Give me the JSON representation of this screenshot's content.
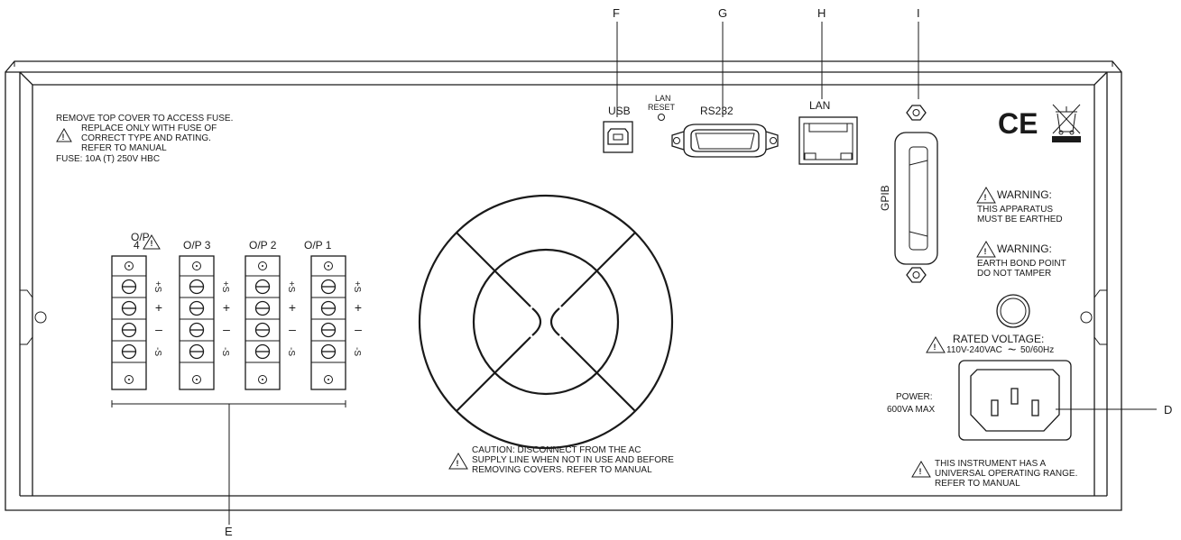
{
  "callouts": {
    "F": "F",
    "G": "G",
    "H": "H",
    "I": "I",
    "D": "D",
    "E": "E"
  },
  "fuse_notice": {
    "line1": "REMOVE TOP COVER TO ACCESS FUSE.",
    "line2": "REPLACE ONLY WITH FUSE OF",
    "line3": "CORRECT TYPE AND RATING.",
    "line4": "REFER TO MANUAL",
    "line5": "FUSE: 10A (T) 250V HBC"
  },
  "ports": {
    "usb": "USB",
    "lan_reset_1": "LAN",
    "lan_reset_2": "RESET",
    "rs232": "RS232",
    "lan": "LAN",
    "gpib": "GPIB"
  },
  "outputs": {
    "op4_a": "O/P",
    "op4_b": "4",
    "op3": "O/P 3",
    "op2": "O/P 2",
    "op1": "O/P 1",
    "plus_s": "+S",
    "plus": "+",
    "minus": "–",
    "minus_s": "-S"
  },
  "warnings": {
    "w1_title": "WARNING:",
    "w1_l1": "THIS APPARATUS",
    "w1_l2": "MUST BE EARTHED",
    "w2_title": "WARNING:",
    "w2_l1": "EARTH BOND POINT",
    "w2_l2": "DO NOT TAMPER"
  },
  "rated": {
    "title": "RATED VOLTAGE:",
    "value_a": "110V-240VAC",
    "tilde": "~",
    "value_b": "50/60Hz"
  },
  "power": {
    "l1": "POWER:",
    "l2": "600VA MAX"
  },
  "caution": {
    "l1": "CAUTION: DISCONNECT FROM THE AC",
    "l2": "SUPPLY LINE WHEN NOT IN USE AND BEFORE",
    "l3": "REMOVING COVERS. REFER TO MANUAL"
  },
  "universal": {
    "l1": "THIS INSTRUMENT HAS A",
    "l2": "UNIVERSAL OPERATING RANGE.",
    "l3": "REFER TO MANUAL"
  },
  "ce_mark": "CE"
}
